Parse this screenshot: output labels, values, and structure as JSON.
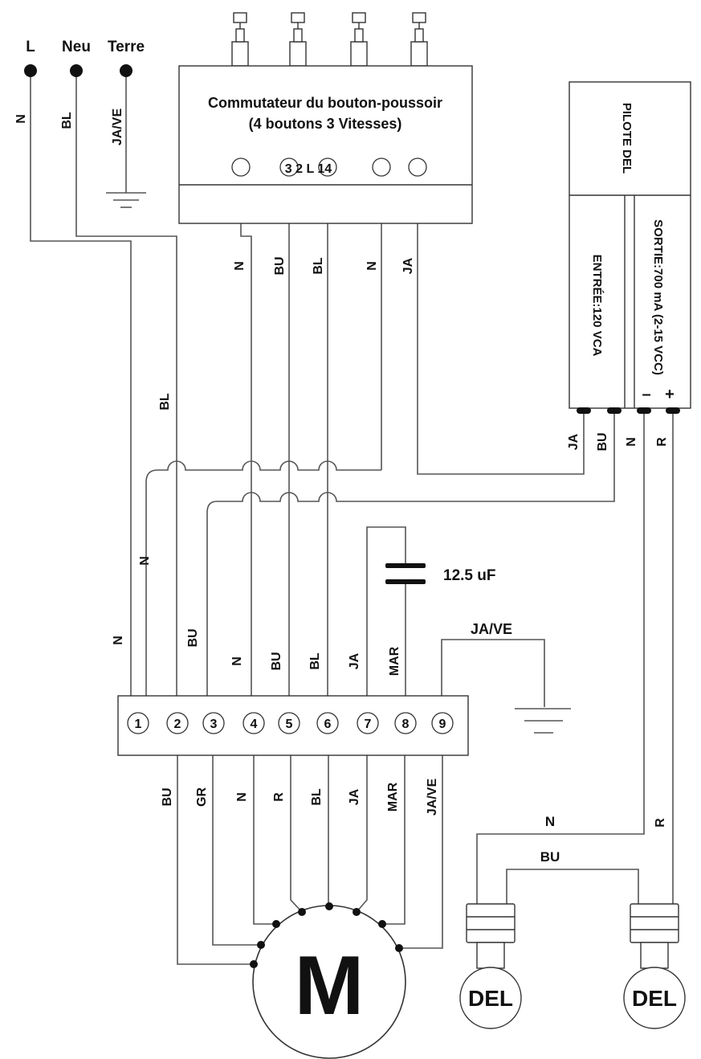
{
  "inputs": {
    "l": "L",
    "neu": "Neu",
    "terre": "Terre"
  },
  "wire_labels": {
    "l_in": "N",
    "neu_in": "BL",
    "terre_in": "JA/VE",
    "sw_1": "N",
    "sw_2": "BU",
    "sw_3": "BL",
    "sw_4": "N",
    "sw_5": "JA",
    "mid_bl": "BL",
    "mid_n": "N",
    "left_n": "N",
    "left_bu": "BU",
    "t4_top": "N",
    "t5_top": "BU",
    "t6_top": "BL",
    "t7_top": "JA",
    "t8_top": "MAR",
    "ground_top": "JA/VE",
    "drv_ja": "JA",
    "drv_bu": "BU",
    "drv_n": "N",
    "drv_r": "R",
    "bot_1": "BU",
    "bot_2": "GR",
    "bot_3": "N",
    "bot_4": "R",
    "bot_5": "BL",
    "bot_6": "JA",
    "bot_7": "MAR",
    "bot_8": "JA/VE",
    "led_n": "N",
    "led_r": "R",
    "led_bu": "BU"
  },
  "switch": {
    "title_line1": "Commutateur du bouton-poussoir",
    "title_line2": "(4 boutons 3 Vitesses)",
    "terminal_labels": "3 2 L 14"
  },
  "driver": {
    "title": "PILOTE DEL",
    "input": "ENTRÉE:120 VCA",
    "output": "SORTIE:700 mA (2-15 VCC)",
    "minus": "–",
    "plus": "+"
  },
  "capacitor": {
    "value": "12.5 uF"
  },
  "terminal_block": {
    "numbers": [
      "1",
      "2",
      "3",
      "4",
      "5",
      "6",
      "7",
      "8",
      "9"
    ]
  },
  "motor": {
    "label": "M"
  },
  "leds": {
    "left": "DEL",
    "right": "DEL"
  }
}
